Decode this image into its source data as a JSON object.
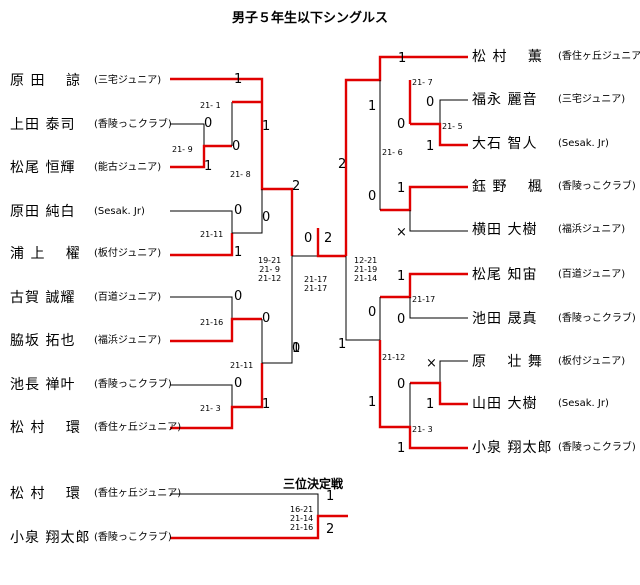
{
  "title": "男子５年生以下シングルス",
  "third_place_title": "三位決定戦",
  "left": [
    {
      "name": "原 田　 諒",
      "team": "(三宅ジュニア)"
    },
    {
      "name": "上田 泰司",
      "team": "(香陵っこクラブ)"
    },
    {
      "name": "松尾 恒輝",
      "team": "(能古ジュニア)"
    },
    {
      "name": "原田 純白",
      "team": "(Sesak. Jr)"
    },
    {
      "name": "浦 上　 櫂",
      "team": "(板付ジュニア)"
    },
    {
      "name": "古賀 誠耀",
      "team": "(百道ジュニア)"
    },
    {
      "name": "脇坂 拓也",
      "team": "(福浜ジュニア)"
    },
    {
      "name": "池長 禅叶",
      "team": "(香陵っこクラブ)"
    },
    {
      "name": "松 村　 環",
      "team": "(香住ヶ丘ジュニア)"
    }
  ],
  "right": [
    {
      "name": "松 村　 薫",
      "team": "(香住ヶ丘ジュニア)"
    },
    {
      "name": "福永 麗音",
      "team": "(三宅ジュニア)"
    },
    {
      "name": "大石 智人",
      "team": "(Sesak. Jr)"
    },
    {
      "name": "鈺 野　 楓",
      "team": "(香陵っこクラブ)"
    },
    {
      "name": "横田 大樹",
      "team": "(福浜ジュニア)"
    },
    {
      "name": "松尾 知宙",
      "team": "(百道ジュニア)"
    },
    {
      "name": "池田 晟真",
      "team": "(香陵っこクラブ)"
    },
    {
      "name": "原　 壮 舞",
      "team": "(板付ジュニア)"
    },
    {
      "name": "山田 大樹",
      "team": "(Sesak. Jr)"
    },
    {
      "name": "小泉 翔太郎",
      "team": "(香陵っこクラブ)"
    }
  ],
  "third_place": [
    {
      "name": "松 村　 環",
      "team": "(香住ヶ丘ジュニア)"
    },
    {
      "name": "小泉 翔太郎",
      "team": "(香陵っこクラブ)"
    }
  ],
  "scores": {
    "l_r1": "21- 1",
    "l_pre": "21- 9",
    "l_r2": "21- 8",
    "l_m3": "21-11",
    "l_m4": "21-16",
    "l_m5": "21-11",
    "l_m6": "21- 3",
    "final_left": "19-21\n21- 9\n21-12",
    "final_center": "21-17\n21-17",
    "final_right": "12-21\n21-19\n21-14",
    "r_m1": "21- 7",
    "r_m2": "21- 5",
    "r_m3": "21- 6",
    "r_m4": "21-17",
    "r_m5": "21-12",
    "r_m6": "21- 3",
    "third": "16-21\n21-14\n21-16"
  },
  "marks": {
    "l_p0": "1",
    "l_p1": "0",
    "l_p1b": "0",
    "l_p2": "1",
    "l_r1w": "1",
    "l_r1b": "0",
    "l_r2w": "2",
    "l_r2b": "0",
    "l_p3": "0",
    "l_p4": "1",
    "l_m3w": "0",
    "l_p5": "0",
    "l_p6": "0",
    "l_p7": "0",
    "l_p8": "1",
    "l_m4b": "1",
    "f_l": "0",
    "f_r": "2",
    "r_p0": "1",
    "r_p1": "0",
    "r_p2": "1",
    "r_m2w": "0",
    "r_r1w": "1",
    "r_r2w": "2",
    "r_p3": "1",
    "r_p4": "×",
    "r_m3w": "0",
    "r_p5": "1",
    "r_p6": "0",
    "r_p7": "×",
    "r_p8": "1",
    "r_m5w": "0",
    "r_m5b": "1",
    "r_p9": "1",
    "r_m4a": "0",
    "r_m4b": "1",
    "t_top": "1",
    "t_bot": "2"
  }
}
